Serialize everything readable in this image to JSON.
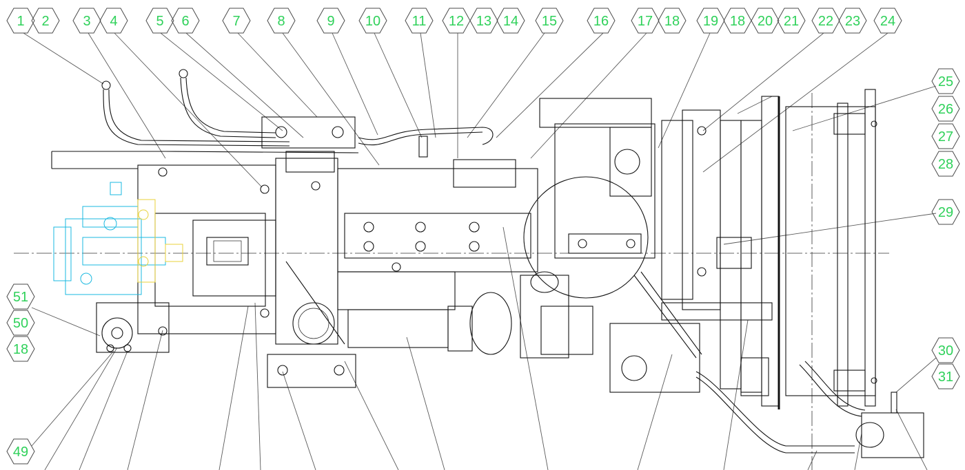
{
  "balloons_top": [
    "1",
    "2",
    "3",
    "4",
    "5",
    "6",
    "7",
    "8",
    "9",
    "10",
    "11",
    "12",
    "13",
    "14",
    "15",
    "16",
    "17",
    "18",
    "19",
    "18",
    "20",
    "21",
    "22",
    "23",
    "24"
  ],
  "balloons_right": [
    "25",
    "26",
    "27",
    "28",
    "29",
    "30",
    "31"
  ],
  "balloons_left": [
    "51",
    "50",
    "18",
    "49"
  ],
  "colors": {
    "balloon_text": "#2fd15a",
    "line": "#111111",
    "pump_cyan": "#19b8e0",
    "pump_yellow": "#e8d23a"
  }
}
